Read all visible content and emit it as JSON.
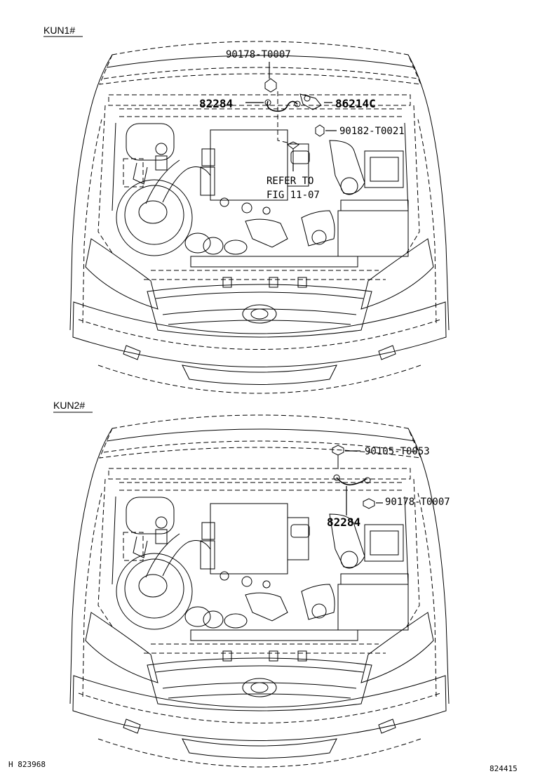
{
  "sections": [
    {
      "code": "KUN1#",
      "parts": {
        "p1": "90178-T0007",
        "p2": "82284",
        "p3": "86214C",
        "p4": "90182-T0021"
      },
      "note": [
        "REFER TO",
        "FIG 11-07"
      ]
    },
    {
      "code": "KUN2#",
      "parts": {
        "p1": "90105-T0053",
        "p2": "90178-T0007",
        "p3": "82284"
      }
    }
  ],
  "footer": {
    "left": "H 823968",
    "right": "824415"
  }
}
